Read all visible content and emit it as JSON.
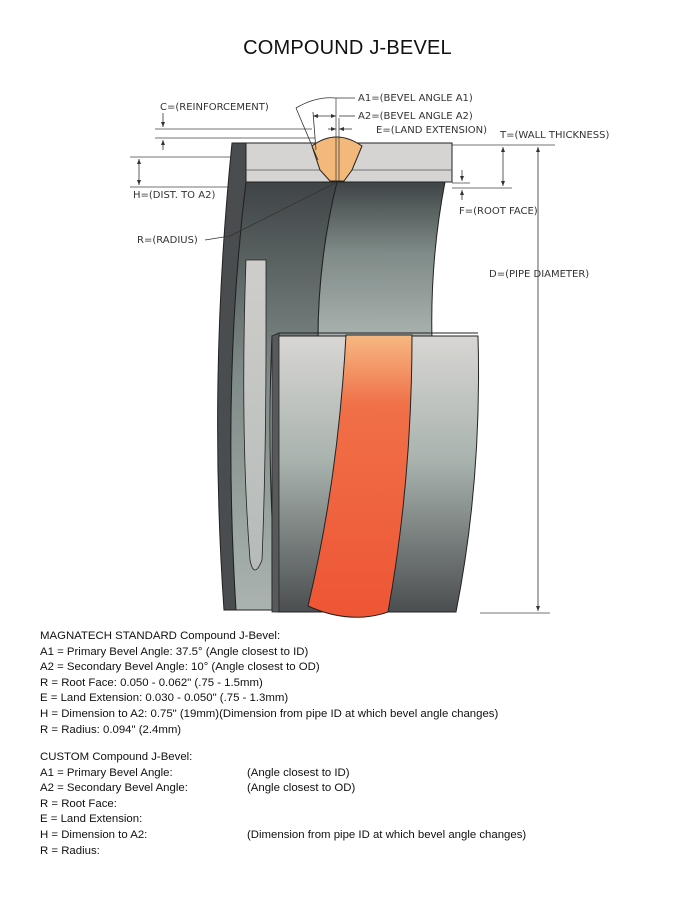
{
  "title": "COMPOUND J-BEVEL",
  "colors": {
    "pipe_face": "#d6d4d2",
    "pipe_dark": "#4a4d4f",
    "pipe_mid": "#8f9a96",
    "weld_root": "#f2b97a",
    "weld_cap": "#ef5a38",
    "line": "#222222"
  },
  "diagram": {
    "labels": {
      "a1": "A1=(BEVEL ANGLE A1)",
      "a2": "A2=(BEVEL ANGLE A2)",
      "e": "E=(LAND EXTENSION)",
      "c": "C=(REINFORCEMENT)",
      "t": "T=(WALL THICKNESS)",
      "h": "H=(DIST. TO A2)",
      "f": "F=(ROOT FACE)",
      "r": "R=(RADIUS)",
      "d": "D=(PIPE DIAMETER)"
    }
  },
  "standard": {
    "heading": "MAGNATECH STANDARD Compound J-Bevel:",
    "lines": [
      "A1 = Primary Bevel Angle: 37.5° (Angle closest to ID)",
      "A2 = Secondary Bevel Angle: 10° (Angle closest to OD)",
      "R = Root Face: 0.050 - 0.062\" (.75 - 1.5mm)",
      "E = Land Extension: 0.030 - 0.050\" (.75 - 1.3mm)",
      "H = Dimension to A2: 0.75\" (19mm)(Dimension from pipe ID at which bevel angle changes)",
      "R = Radius: 0.094\" (2.4mm)"
    ]
  },
  "custom": {
    "heading": "CUSTOM Compound J-Bevel:",
    "rows": [
      {
        "label": "A1 = Primary Bevel Angle:",
        "note": "(Angle closest to ID)"
      },
      {
        "label": "A2 = Secondary Bevel Angle:",
        "note": "(Angle closest to OD)"
      },
      {
        "label": "R = Root Face:",
        "note": ""
      },
      {
        "label": "E = Land Extension:",
        "note": ""
      },
      {
        "label": "H = Dimension to A2:",
        "note": "(Dimension from pipe ID at which bevel angle changes)"
      },
      {
        "label": "R = Radius:",
        "note": ""
      }
    ]
  }
}
